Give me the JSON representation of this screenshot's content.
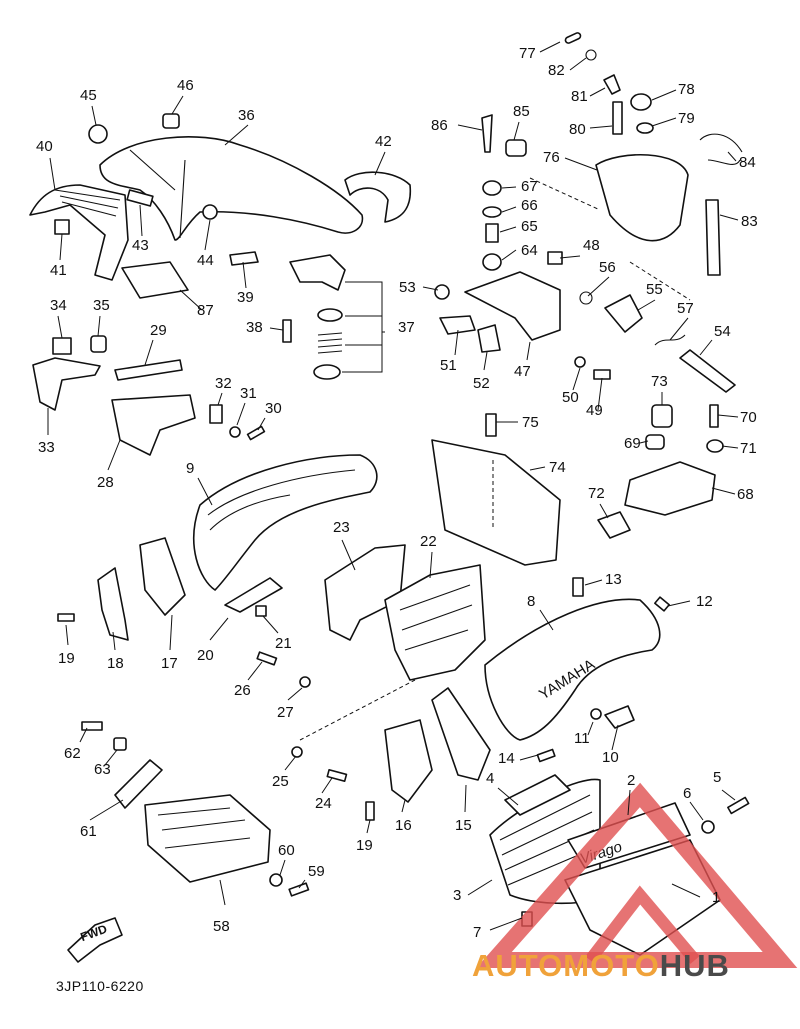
{
  "diagram": {
    "code": "3JP110-6220",
    "fwd_label": "FWD",
    "embossed_text": "YAMAHA",
    "decal_text": "Virago",
    "watermark": {
      "part1": "AUTOMOTO",
      "part2": "HUB",
      "color_a": "#f0a23a",
      "color_b": "#4a4a4a",
      "logo_color": "#e05050"
    },
    "callouts": [
      "1",
      "2",
      "3",
      "4",
      "5",
      "6",
      "7",
      "8",
      "9",
      "10",
      "11",
      "12",
      "13",
      "14",
      "15",
      "16",
      "17",
      "18",
      "19",
      "19",
      "20",
      "21",
      "22",
      "23",
      "24",
      "25",
      "26",
      "27",
      "28",
      "29",
      "30",
      "31",
      "32",
      "33",
      "34",
      "35",
      "36",
      "37",
      "38",
      "39",
      "40",
      "41",
      "42",
      "43",
      "44",
      "45",
      "46",
      "47",
      "48",
      "49",
      "50",
      "51",
      "52",
      "53",
      "54",
      "55",
      "56",
      "57",
      "58",
      "59",
      "60",
      "61",
      "62",
      "63",
      "64",
      "65",
      "66",
      "67",
      "68",
      "69",
      "70",
      "71",
      "72",
      "73",
      "74",
      "75",
      "76",
      "77",
      "78",
      "79",
      "80",
      "81",
      "82",
      "83",
      "84",
      "85",
      "86",
      "87"
    ]
  }
}
